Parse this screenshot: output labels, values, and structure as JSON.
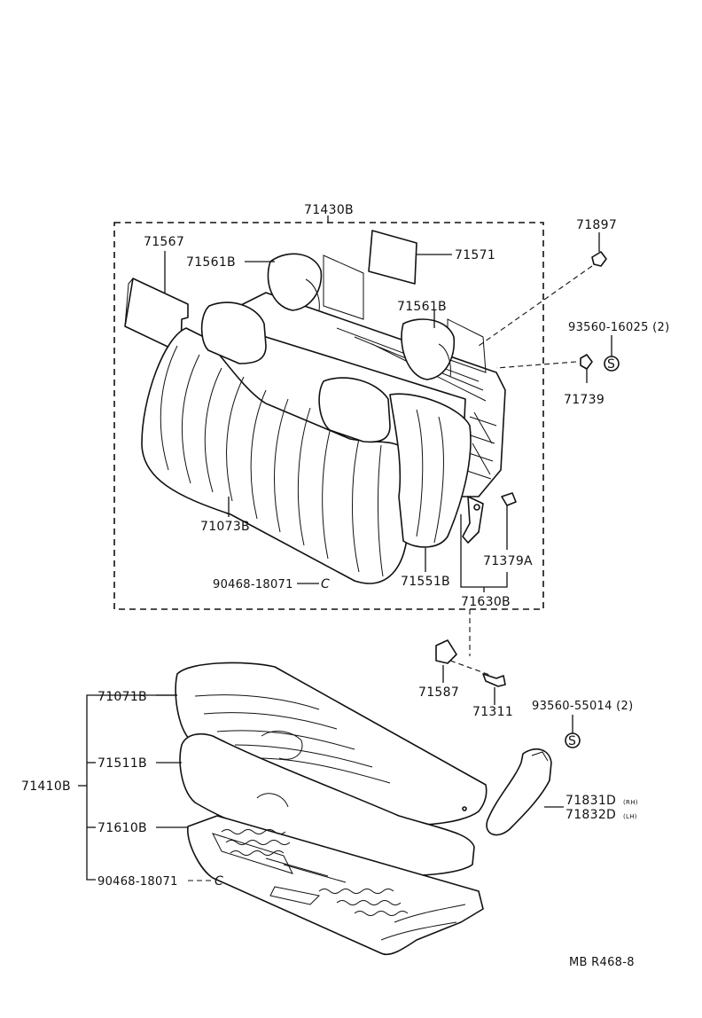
{
  "diagram": {
    "labels": {
      "l71430B": "71430B",
      "l71567": "71567",
      "l71561B": "71561B",
      "l71571": "71571",
      "l71561B_2": "71561B",
      "l71897": "71897",
      "l93560_16025": "93560-16025 (2)",
      "l71739": "71739",
      "l71073B": "71073B",
      "l90468_upper": "90468-18071",
      "l71551B": "71551B",
      "l71379A": "71379A",
      "l71630B": "71630B",
      "l71587": "71587",
      "l71311": "71311",
      "l93560_55014": "93560-55014 (2)",
      "l71071B": "71071B",
      "l71511B": "71511B",
      "l71410B": "71410B",
      "l71610B": "71610B",
      "l90468_lower": "90468-18071",
      "l71831D": "71831D",
      "l71831D_suffix": "(RH)",
      "l71832D": "71832D",
      "l71832D_suffix": "(LH)",
      "s_symbol_1": "S",
      "s_symbol_2": "S",
      "c_symbol_1": "C",
      "c_symbol_2": "C",
      "code": "MB R468-8"
    }
  }
}
